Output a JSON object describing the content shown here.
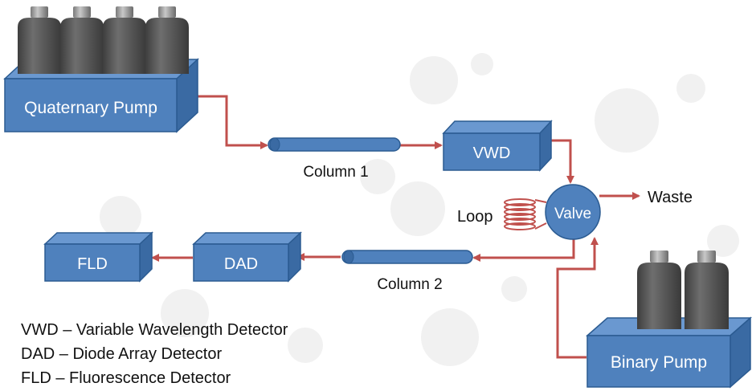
{
  "labels": {
    "quaternary_pump": "Quaternary Pump",
    "vwd": "VWD",
    "column1": "Column 1",
    "valve": "Valve",
    "waste": "Waste",
    "loop": "Loop",
    "dad": "DAD",
    "fld": "FLD",
    "column2": "Column 2",
    "binary_pump": "Binary Pump"
  },
  "legend": [
    "VWD – Variable Wavelength Detector",
    "DAD – Diode Array Detector",
    "FLD – Fluorescence Detector"
  ],
  "colors": {
    "box_front": "#4f81bd",
    "box_top": "#6a98d0",
    "box_side": "#3a6aa3",
    "box_edge": "#2b5b91",
    "tube": "#c0504d",
    "bottle": "#5f5f5f",
    "bottle_cap": "#9a9a9a"
  }
}
